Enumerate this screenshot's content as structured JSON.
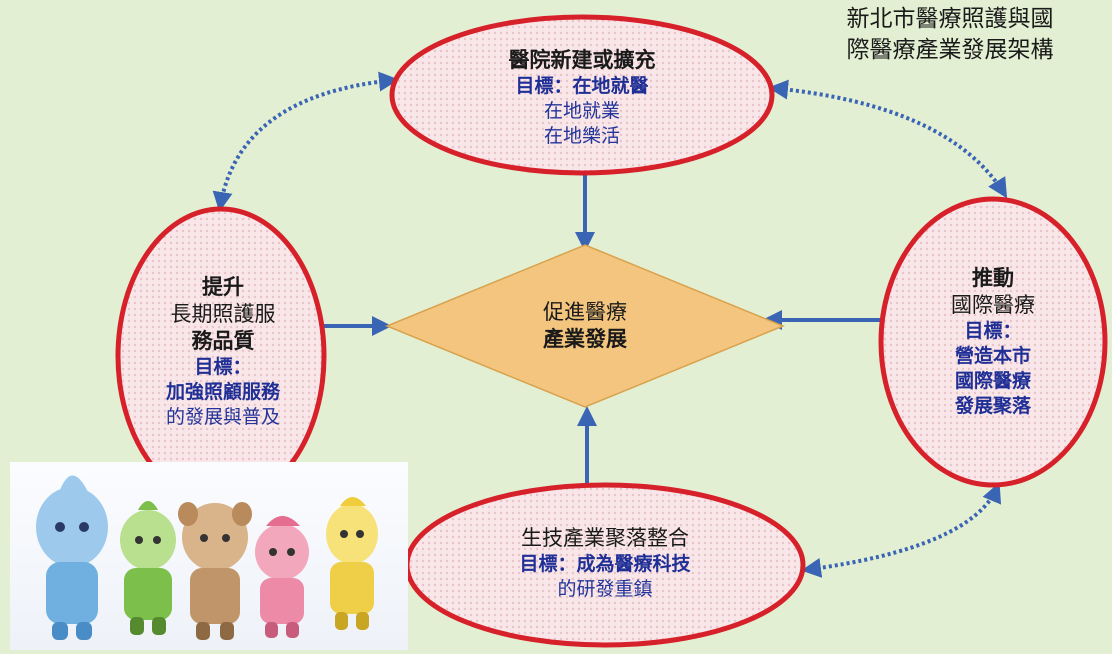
{
  "title": {
    "line1": "新北市醫療照護與國",
    "line2": "際醫療產業發展架構"
  },
  "nodes": {
    "top": {
      "line1": "醫院新建或擴充",
      "line2": "目標：在地就醫",
      "line3": "在地就業",
      "line4": "在地樂活"
    },
    "left": {
      "line1": "提升",
      "line2": "長期照護服",
      "line3": "務品質",
      "line4": "目標：",
      "line5": "加強照顧服務",
      "line6": "的發展與普及"
    },
    "right": {
      "line1": "推動",
      "line2": "國際醫療",
      "line3": "目標：",
      "line4": "營造本市",
      "line5": "國際醫療",
      "line6": "發展聚落"
    },
    "bottom": {
      "line1": "生技產業聚落整合",
      "line2": "目標：成為醫療科技",
      "line3": "的研發重鎮"
    },
    "center": {
      "line1": "促進醫療",
      "line2": "產業發展"
    }
  },
  "colors": {
    "background": "#e3efd3",
    "ellipse_border": "#d6202a",
    "ellipse_fill": "#f7e4e6",
    "diamond_fill": "#f3c57e",
    "arrow": "#3a64b4",
    "text_blue": "#23349a"
  },
  "mascots": {
    "names": [
      "blue-mascot",
      "green-mascot",
      "tan-mascot",
      "pink-mascot",
      "yellow-mascot"
    ]
  }
}
